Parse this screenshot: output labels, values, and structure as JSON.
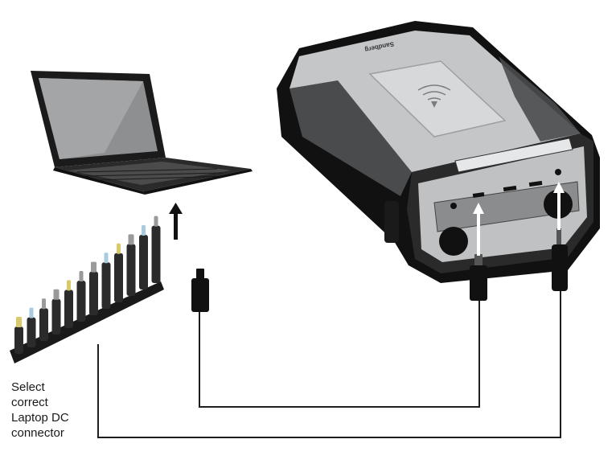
{
  "caption": {
    "lines": [
      "Select",
      "correct",
      "Laptop DC",
      "connector"
    ]
  },
  "device": {
    "brand": "Sandberg"
  },
  "colors": {
    "line": "#1f1f1f",
    "device_light": "#c4c6c8",
    "device_dark": "#4a4b4d",
    "device_black": "#111111",
    "arrow_white": "#ffffff"
  },
  "icons": [
    "laptop-icon",
    "dc-connector-set",
    "usb-c-cable",
    "dc-cable",
    "wireless-charging-icon"
  ]
}
